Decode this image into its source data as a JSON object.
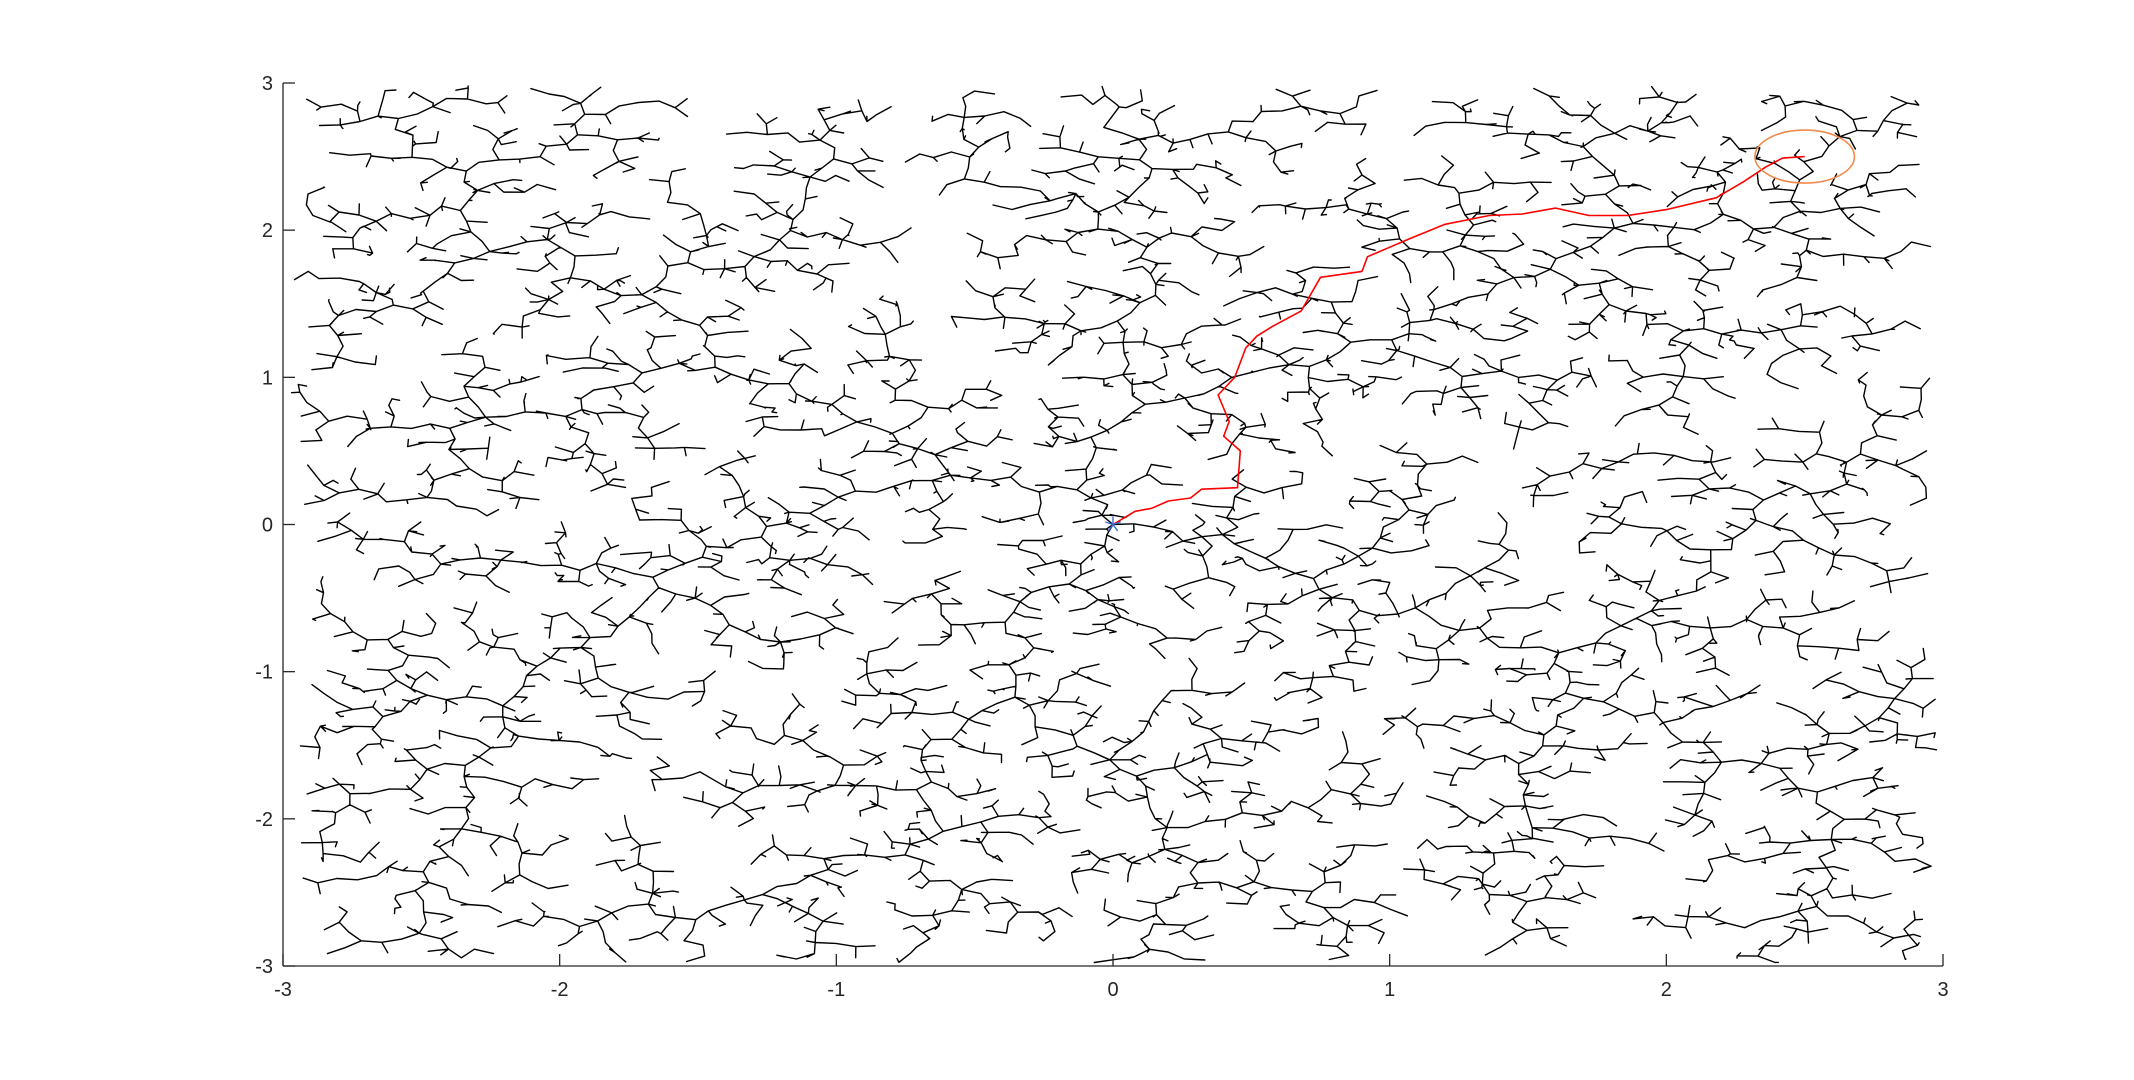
{
  "chart_data": {
    "type": "line",
    "title": "",
    "xlabel": "",
    "ylabel": "",
    "xlim": [
      -3,
      3
    ],
    "ylim": [
      -3,
      3
    ],
    "xticks": [
      -3,
      -2,
      -1,
      0,
      1,
      2,
      3
    ],
    "yticks": [
      -3,
      -2,
      -1,
      0,
      1,
      2,
      3
    ],
    "xtick_labels": [
      "-3",
      "-2",
      "-1",
      "0",
      "1",
      "2",
      "3"
    ],
    "ytick_labels": [
      "-3",
      "-2",
      "-1",
      "0",
      "1",
      "2",
      "3"
    ],
    "grid": false,
    "legend": "none",
    "colors": {
      "tree": "#000000",
      "path": "#ff0000",
      "goal_region": "#f08a4b",
      "start_marker": "#3b6fd6",
      "axes": "#262626"
    },
    "start": {
      "x": 0.0,
      "y": 0.0
    },
    "goal_region": {
      "x": 2.5,
      "y": 2.5,
      "radius": 0.18
    },
    "path": [
      [
        0.0,
        0.0
      ],
      [
        0.08,
        0.09
      ],
      [
        0.14,
        0.11
      ],
      [
        0.2,
        0.16
      ],
      [
        0.28,
        0.18
      ],
      [
        0.32,
        0.24
      ],
      [
        0.45,
        0.25
      ],
      [
        0.46,
        0.5
      ],
      [
        0.4,
        0.6
      ],
      [
        0.42,
        0.7
      ],
      [
        0.38,
        0.88
      ],
      [
        0.44,
        1.0
      ],
      [
        0.48,
        1.2
      ],
      [
        0.52,
        1.28
      ],
      [
        0.58,
        1.35
      ],
      [
        0.68,
        1.45
      ],
      [
        0.75,
        1.68
      ],
      [
        0.9,
        1.72
      ],
      [
        0.92,
        1.82
      ],
      [
        1.07,
        1.94
      ],
      [
        1.2,
        2.04
      ],
      [
        1.36,
        2.1
      ],
      [
        1.48,
        2.11
      ],
      [
        1.6,
        2.15
      ],
      [
        1.72,
        2.1
      ],
      [
        1.86,
        2.1
      ],
      [
        2.0,
        2.14
      ],
      [
        2.18,
        2.22
      ],
      [
        2.28,
        2.33
      ],
      [
        2.36,
        2.43
      ],
      [
        2.42,
        2.49
      ],
      [
        2.5,
        2.5
      ]
    ],
    "tree_seed": 7,
    "tree_node_count": 5200,
    "tree_step": 0.075
  }
}
